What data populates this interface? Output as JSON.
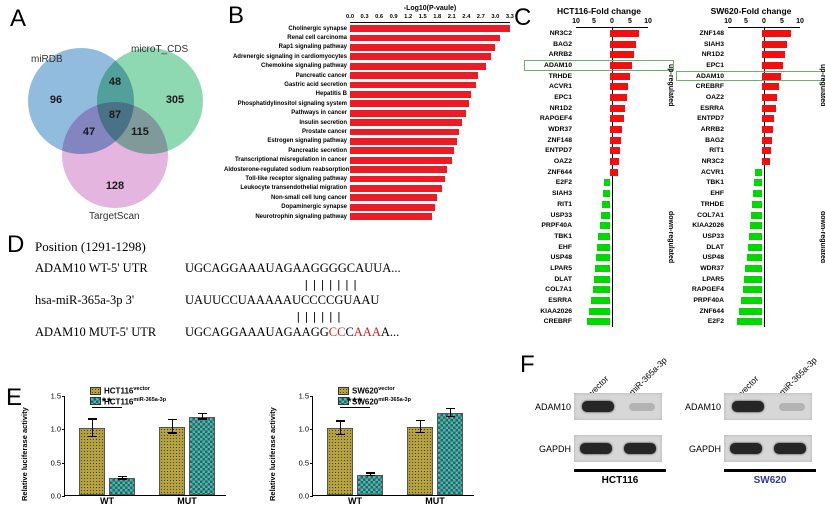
{
  "panel_labels": {
    "A": "A",
    "B": "B",
    "C": "C",
    "D": "D",
    "E": "E",
    "F": "F"
  },
  "chart_data": [
    {
      "id": "venn-predicted-targets",
      "type": "venn",
      "sets": [
        "miRDB",
        "microT_CDS",
        "TargetScan"
      ],
      "counts": {
        "miRDB_only": 96,
        "microT_CDS_only": 305,
        "TargetScan_only": 128,
        "miRDB_microT_CDS": 48,
        "miRDB_TargetScan": 47,
        "microT_CDS_TargetScan": 115,
        "all_three": 87
      },
      "colors": {
        "miRDB": "#7fb0d8",
        "microT_CDS": "#7bd2a4",
        "TargetScan": "#dfa8d8"
      }
    },
    {
      "id": "kegg-pathway-enrichment",
      "type": "bar",
      "orientation": "horizontal",
      "title": "-Log10(P-vaule)",
      "axis_ticks": [
        "0.0",
        "0.3",
        "0.6",
        "0.9",
        "1.2",
        "1.5",
        "1.8",
        "2.1",
        "2.4",
        "2.7",
        "3.0",
        "3.3"
      ],
      "xlim": [
        0,
        3.3
      ],
      "bar_color": "#ed1c24",
      "categories": [
        "Cholinergic synapse",
        "Renal cell carcinoma",
        "Rap1 signaling pathway",
        "Adrenergic signaling in cardiomyocytes",
        "Chemokine signaling pathway",
        "Pancreatic cancer",
        "Gastric acid secretion",
        "Hepatitis B",
        "Phosphatidylinositol signaling system",
        "Pathways in cancer",
        "Insulin secretion",
        "Prostate cancer",
        "Estrogen signaling pathway",
        "Pancreatic secretion",
        "Transcriptional misregulation in cancer",
        "Aldosterone-regulated sodium reabsorption",
        "Toll-like receptor signaling pathway",
        "Leukocyte transendothelial migration",
        "Non-small cell lung cancer",
        "Dopaminergic synapse",
        "Neurotrophin signaling pathway"
      ],
      "values": [
        3.3,
        3.1,
        3.0,
        2.9,
        2.8,
        2.65,
        2.6,
        2.5,
        2.45,
        2.4,
        2.3,
        2.25,
        2.2,
        2.15,
        2.1,
        2.0,
        1.95,
        1.9,
        1.8,
        1.75,
        1.7
      ]
    },
    {
      "id": "hct116-fold-change",
      "type": "bar",
      "orientation": "horizontal",
      "title": "HCT116-Fold change",
      "axis_ticks": [
        "10",
        "5",
        "0",
        "5",
        "10"
      ],
      "xlim": [
        -10,
        10
      ],
      "up_color": "#f10f0f",
      "down_color": "#00d800",
      "up_label": "up-regulated",
      "down_label": "down-regulated",
      "highlight": "ADAM10",
      "genes": [
        {
          "name": "NR3C2",
          "value": 8.0
        },
        {
          "name": "BAG2",
          "value": 7.2
        },
        {
          "name": "ARRB2",
          "value": 6.6
        },
        {
          "name": "ADAM10",
          "value": 6.0
        },
        {
          "name": "TRHDE",
          "value": 5.5
        },
        {
          "name": "ACVR1",
          "value": 5.0
        },
        {
          "name": "EPC1",
          "value": 4.6
        },
        {
          "name": "NR1D2",
          "value": 4.2
        },
        {
          "name": "RAPGEF4",
          "value": 3.8
        },
        {
          "name": "WDR37",
          "value": 3.4
        },
        {
          "name": "ZNF148",
          "value": 3.0
        },
        {
          "name": "ENTPD7",
          "value": 2.7
        },
        {
          "name": "OAZ2",
          "value": 2.4
        },
        {
          "name": "ZNF644",
          "value": 2.1
        },
        {
          "name": "E2F2",
          "value": -1.8
        },
        {
          "name": "SIAH3",
          "value": -2.0
        },
        {
          "name": "RIT1",
          "value": -2.3
        },
        {
          "name": "USP33",
          "value": -2.6
        },
        {
          "name": "PRPF40A",
          "value": -2.9
        },
        {
          "name": "TBK1",
          "value": -3.2
        },
        {
          "name": "EHF",
          "value": -3.5
        },
        {
          "name": "USP48",
          "value": -3.8
        },
        {
          "name": "LPAR5",
          "value": -4.1
        },
        {
          "name": "DLAT",
          "value": -4.4
        },
        {
          "name": "COL7A1",
          "value": -4.8
        },
        {
          "name": "ESRRA",
          "value": -5.2
        },
        {
          "name": "KIAA2026",
          "value": -5.8
        },
        {
          "name": "CREBRF",
          "value": -6.5
        }
      ]
    },
    {
      "id": "sw620-fold-change",
      "type": "bar",
      "orientation": "horizontal",
      "title": "SW620-Fold change",
      "axis_ticks": [
        "10",
        "5",
        "0",
        "5",
        "10"
      ],
      "xlim": [
        -10,
        10
      ],
      "up_color": "#f10f0f",
      "down_color": "#00d800",
      "up_label": "up-regulated",
      "down_label": "down-regulated",
      "highlight": "ADAM10",
      "genes": [
        {
          "name": "ZNF148",
          "value": 8.0
        },
        {
          "name": "SIAH3",
          "value": 7.0
        },
        {
          "name": "NR1D2",
          "value": 6.3
        },
        {
          "name": "EPC1",
          "value": 5.7
        },
        {
          "name": "ADAM10",
          "value": 5.2
        },
        {
          "name": "CREBRF",
          "value": 4.7
        },
        {
          "name": "OAZ2",
          "value": 4.2
        },
        {
          "name": "ESRRA",
          "value": 3.8
        },
        {
          "name": "ENTPD7",
          "value": 3.4
        },
        {
          "name": "ARRB2",
          "value": 3.0
        },
        {
          "name": "BAG2",
          "value": 2.7
        },
        {
          "name": "RIT1",
          "value": 2.4
        },
        {
          "name": "NR3C2",
          "value": 2.1
        },
        {
          "name": "ACVR1",
          "value": -1.9
        },
        {
          "name": "TBK1",
          "value": -2.2
        },
        {
          "name": "EHF",
          "value": -2.5
        },
        {
          "name": "TRHDE",
          "value": -2.8
        },
        {
          "name": "COL7A1",
          "value": -3.1
        },
        {
          "name": "KIAA2026",
          "value": -3.4
        },
        {
          "name": "USP33",
          "value": -3.7
        },
        {
          "name": "DLAT",
          "value": -4.0
        },
        {
          "name": "USP48",
          "value": -4.3
        },
        {
          "name": "WDR37",
          "value": -4.6
        },
        {
          "name": "LPAR5",
          "value": -5.0
        },
        {
          "name": "RAPGEF4",
          "value": -5.4
        },
        {
          "name": "PRPF40A",
          "value": -5.8
        },
        {
          "name": "ZNF644",
          "value": -6.3
        },
        {
          "name": "E2F2",
          "value": -7.0
        }
      ]
    },
    {
      "id": "luciferase-hct116",
      "type": "bar",
      "ylabel": "Relative luciferase activity",
      "ylim": [
        0,
        1.5
      ],
      "yticks": [
        "0.0",
        "0.5",
        "1.0",
        "1.5"
      ],
      "categories": [
        "WT",
        "MUT"
      ],
      "series": [
        {
          "name": "HCT116",
          "sup": "vector",
          "pattern": "dots",
          "color": "#b4a23c",
          "values": [
            1.0,
            1.02
          ],
          "errors": [
            0.13,
            0.1
          ]
        },
        {
          "name": "HCT116",
          "sup": "miR-365a-3p",
          "pattern": "checker",
          "color": "#57b3ad",
          "values": [
            0.25,
            1.17
          ],
          "errors": [
            0.02,
            0.04
          ]
        }
      ],
      "significance": {
        "group": "WT",
        "label": "**",
        "y": 1.3
      }
    },
    {
      "id": "luciferase-sw620",
      "type": "bar",
      "ylabel": "Relative luciferase activity",
      "ylim": [
        0,
        1.5
      ],
      "yticks": [
        "0.0",
        "0.5",
        "1.0",
        "1.5"
      ],
      "categories": [
        "WT",
        "MUT"
      ],
      "series": [
        {
          "name": "SW620",
          "sup": "vector",
          "pattern": "dots",
          "color": "#b4a23c",
          "values": [
            1.0,
            1.02
          ],
          "errors": [
            0.1,
            0.09
          ]
        },
        {
          "name": "SW620",
          "sup": "miR-365a-3p",
          "pattern": "checker",
          "color": "#57b3ad",
          "values": [
            0.3,
            1.23
          ],
          "errors": [
            0.02,
            0.06
          ]
        }
      ],
      "significance": {
        "group": "WT",
        "label": "***",
        "y": 1.3
      }
    }
  ],
  "panelD": {
    "position_label": "Position (1291-1298)",
    "rows": [
      {
        "name": "ADAM10 WT-5' UTR",
        "seq": "UGCAGGAAAUAGAAGGGGCAUUA..."
      },
      {
        "name": "hsa-miR-365a-3p 3'",
        "seq": "UAUUCCUAAAAAUCCCCGUAAU"
      }
    ],
    "pairing1": "|||||||",
    "pairing2": "||||||",
    "mut": {
      "name": "ADAM10 MUT-5' UTR",
      "segments": [
        {
          "text": "UGCAGGAAAUAGAAGG",
          "color": "#000000"
        },
        {
          "text": "CC",
          "color": "#cc2222"
        },
        {
          "text": "C",
          "color": "#000000"
        },
        {
          "text": "AAA",
          "color": "#cc2222"
        },
        {
          "text": "A...",
          "color": "#000000"
        }
      ]
    }
  },
  "panelF": {
    "lane_labels": [
      "vector",
      "miR-365a-3p"
    ],
    "blots": [
      {
        "cell_line": "HCT116",
        "cell_color": "#000000",
        "rows": [
          {
            "protein": "ADAM10",
            "bands": [
              {
                "intensity": "strong"
              },
              {
                "intensity": "faint"
              }
            ]
          },
          {
            "protein": "GAPDH",
            "bands": [
              {
                "intensity": "strong"
              },
              {
                "intensity": "strong"
              }
            ]
          }
        ]
      },
      {
        "cell_line": "SW620",
        "cell_color": "#2b3a9e",
        "rows": [
          {
            "protein": "ADAM10",
            "bands": [
              {
                "intensity": "strong"
              },
              {
                "intensity": "faint"
              }
            ]
          },
          {
            "protein": "GAPDH",
            "bands": [
              {
                "intensity": "strong"
              },
              {
                "intensity": "strong"
              }
            ]
          }
        ]
      }
    ]
  }
}
